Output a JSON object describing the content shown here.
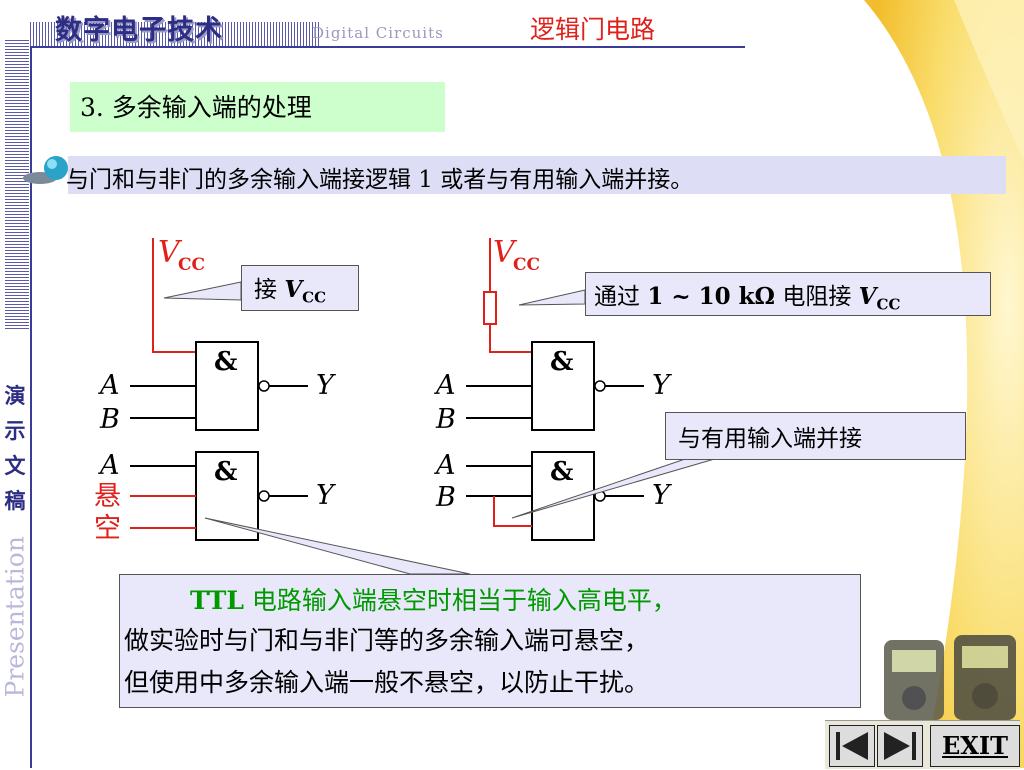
{
  "header": {
    "course_title": "数字电子技术",
    "subtitle": "Digital  Circuits",
    "chapter": "逻辑门电路"
  },
  "sidebar": {
    "demo_label": "演示文稿",
    "presentation_label": "Presentation"
  },
  "section": {
    "heading": "3.  多余输入端的处理",
    "bullet": "与门和与非门的多余输入端接逻辑 1 或者与有用输入端并接。"
  },
  "diagram": {
    "vcc_main": "V",
    "vcc_sub": "CC",
    "gate_symbol": "&",
    "input_a": "A",
    "input_b": "B",
    "output_y": "Y",
    "floating_1": "悬",
    "floating_2": "空"
  },
  "callouts": {
    "connect_vcc_prefix": "接 ",
    "connect_vcc_v": "V",
    "connect_vcc_sub": "CC",
    "resistor_prefix": "通过 ",
    "resistor_value": "1 ~ 10 kΩ",
    "resistor_mid": " 电阻接 ",
    "resistor_v": "V",
    "resistor_sub": "CC",
    "parallel": "与有用输入端并接"
  },
  "note": {
    "line1_ttl": "TTL",
    "line1_rest": "  电路输入端悬空时相当于输入高电平，",
    "line2": "做实验时与门和与非门等的多余输入端可悬空，",
    "line3": "但使用中多余输入端一般不悬空，以防止干扰。"
  },
  "nav": {
    "exit_label": "EXIT"
  },
  "colors": {
    "accent_red": "#e0201a",
    "header_blue": "#2d2d84",
    "note_green": "#009900",
    "callout_bg": "#e8e8fa",
    "heading_bg": "#ccffcc",
    "bullet_bg": "#ddddf5",
    "deco_yellow": "#f6c935"
  }
}
